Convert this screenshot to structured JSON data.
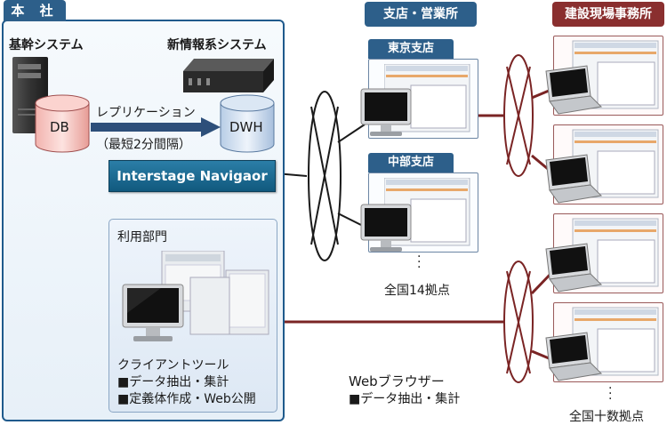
{
  "hq": {
    "title": "本 社",
    "core_system": "基幹システム",
    "new_info_system": "新情報系システム",
    "db": "DB",
    "dwh": "DWH",
    "replication": "レプリケーション",
    "replication_interval": "（最短2分間隔）",
    "product": "Interstage Navigaor",
    "user_dept": "利用部門",
    "client_tool": "クライアントツール",
    "client_feature_1": "■データ抽出・集計",
    "client_feature_2": "■定義体作成・Web公開"
  },
  "branches": {
    "title": "支店・営業所",
    "tokyo": "東京支店",
    "chubu": "中部支店",
    "count": "全国14拠点"
  },
  "sites": {
    "title": "建設現場事務所",
    "count": "全国十数拠点"
  },
  "web": {
    "title": "Webブラウザー",
    "feature": "■データ抽出・集計"
  },
  "colors": {
    "hq_blue": "#2d5f8a",
    "site_red": "#8a2f2f",
    "line_red": "#7a2424"
  }
}
